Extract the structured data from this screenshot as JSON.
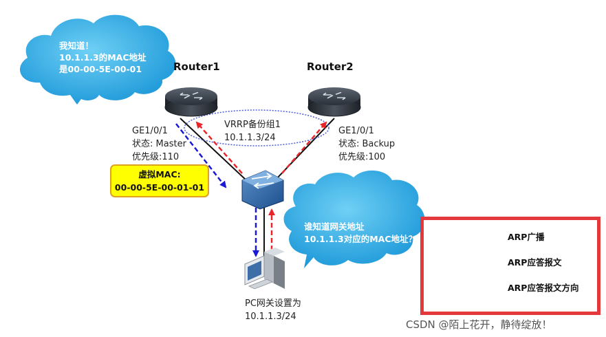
{
  "routers": [
    {
      "name": "Router1",
      "interface": "GE1/0/1",
      "state": "状态: Master",
      "priority": "优先级:110"
    },
    {
      "name": "Router2",
      "interface": "GE1/0/1",
      "state": "状态: Backup",
      "priority": "优先级:100"
    }
  ],
  "vrrp": {
    "group": "VRRP备份组1",
    "address": "10.1.1.3/24"
  },
  "virtual_mac": {
    "title": "虚拟MAC:",
    "value": "00-00-5E-00-01-01"
  },
  "cloud_router": {
    "line1": "我知道！",
    "line2": "10.1.1.3的MAC地址",
    "line3": "是00-00-5E-00-01"
  },
  "cloud_pc": {
    "line1": "谁知道网关地址",
    "line2": "10.1.1.3对应的MAC地址？"
  },
  "pc": {
    "line1": "PC网关设置为",
    "line2": "10.1.1.3/24"
  },
  "legend": {
    "items": [
      {
        "label": "ARP广播",
        "symbol": "red-dashed-arrow"
      },
      {
        "label": "ARP应答报文",
        "symbol": "yellow-box"
      },
      {
        "label": "ARP应答报文方向",
        "symbol": "blue-dashed-arrow"
      }
    ]
  },
  "colors": {
    "arp_broadcast": "#e8262a",
    "arp_reply_direction": "#1a1ad6",
    "cloud": "#1aa3e0",
    "virtual_mac_fill": "#ffff00",
    "legend_border": "#e4393c",
    "vrrp_ellipse": "#4b5bd6"
  },
  "watermark": "CSDN @陌上花开，静待绽放！"
}
